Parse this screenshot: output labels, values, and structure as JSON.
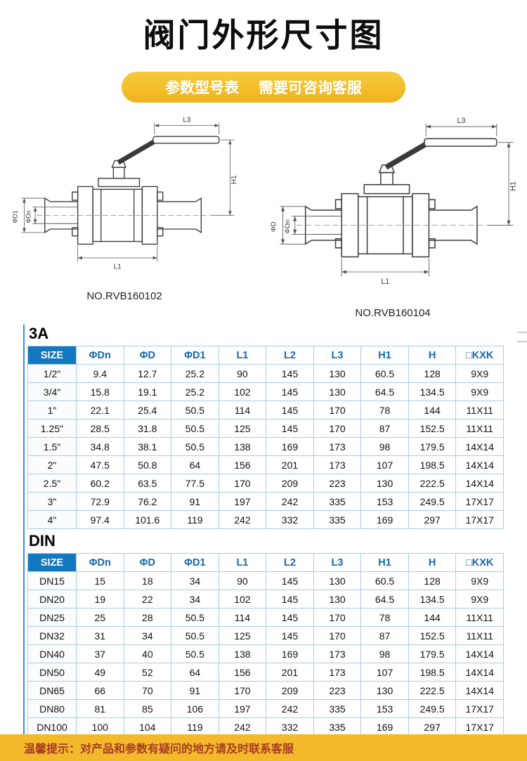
{
  "page": {
    "title": "阀门外形尺寸图",
    "banner_left": "参数型号表",
    "banner_right": "需要可咨询客服",
    "footer": "温馨提示：对产品和参数有疑问的地方请及时联系客服"
  },
  "drawings": [
    {
      "caption": "NO.RVB160102",
      "dims": {
        "top": "L3",
        "right": "H1",
        "bottom": "L1",
        "left1": "ΦD1",
        "left2": "ΦDn"
      }
    },
    {
      "caption": "NO.RVB160104",
      "dims": {
        "top": "L3",
        "right": "H1",
        "bottom": "L1",
        "left1": "ΦD",
        "left2": "ΦDn"
      }
    }
  ],
  "tables": [
    {
      "section": "3A",
      "headers": [
        "SIZE",
        "ΦDn",
        "ΦD",
        "ΦD1",
        "L1",
        "L2",
        "L3",
        "H1",
        "H",
        "□KXK"
      ],
      "rows": [
        [
          "1/2\"",
          "9.4",
          "12.7",
          "25.2",
          "90",
          "145",
          "130",
          "60.5",
          "128",
          "9X9"
        ],
        [
          "3/4\"",
          "15.8",
          "19.1",
          "25.2",
          "102",
          "145",
          "130",
          "64.5",
          "134.5",
          "9X9"
        ],
        [
          "1\"",
          "22.1",
          "25.4",
          "50.5",
          "114",
          "145",
          "170",
          "78",
          "144",
          "11X11"
        ],
        [
          "1.25\"",
          "28.5",
          "31.8",
          "50.5",
          "125",
          "145",
          "170",
          "87",
          "152.5",
          "11X11"
        ],
        [
          "1.5\"",
          "34.8",
          "38.1",
          "50.5",
          "138",
          "169",
          "173",
          "98",
          "179.5",
          "14X14"
        ],
        [
          "2\"",
          "47.5",
          "50.8",
          "64",
          "156",
          "201",
          "173",
          "107",
          "198.5",
          "14X14"
        ],
        [
          "2.5\"",
          "60.2",
          "63.5",
          "77.5",
          "170",
          "209",
          "223",
          "130",
          "222.5",
          "14X14"
        ],
        [
          "3\"",
          "72.9",
          "76.2",
          "91",
          "197",
          "242",
          "335",
          "153",
          "249.5",
          "17X17"
        ],
        [
          "4\"",
          "97.4",
          "101.6",
          "119",
          "242",
          "332",
          "335",
          "169",
          "297",
          "17X17"
        ]
      ]
    },
    {
      "section": "DIN",
      "headers": [
        "SIZE",
        "ΦDn",
        "ΦD",
        "ΦD1",
        "L1",
        "L2",
        "L3",
        "H1",
        "H",
        "□KXK"
      ],
      "rows": [
        [
          "DN15",
          "15",
          "18",
          "34",
          "90",
          "145",
          "130",
          "60.5",
          "128",
          "9X9"
        ],
        [
          "DN20",
          "19",
          "22",
          "34",
          "102",
          "145",
          "130",
          "64.5",
          "134.5",
          "9X9"
        ],
        [
          "DN25",
          "25",
          "28",
          "50.5",
          "114",
          "145",
          "170",
          "78",
          "144",
          "11X11"
        ],
        [
          "DN32",
          "31",
          "34",
          "50.5",
          "125",
          "145",
          "170",
          "87",
          "152.5",
          "11X11"
        ],
        [
          "DN40",
          "37",
          "40",
          "50.5",
          "138",
          "169",
          "173",
          "98",
          "179.5",
          "14X14"
        ],
        [
          "DN50",
          "49",
          "52",
          "64",
          "156",
          "201",
          "173",
          "107",
          "198.5",
          "14X14"
        ],
        [
          "DN65",
          "66",
          "70",
          "91",
          "170",
          "209",
          "223",
          "130",
          "222.5",
          "14X14"
        ],
        [
          "DN80",
          "81",
          "85",
          "106",
          "197",
          "242",
          "335",
          "153",
          "249.5",
          "17X17"
        ],
        [
          "DN100",
          "100",
          "104",
          "119",
          "242",
          "332",
          "335",
          "169",
          "297",
          "17X17"
        ]
      ]
    }
  ],
  "colors": {
    "accent_blue": "#1478BE",
    "header_text_blue": "#1568AC",
    "table_border": "#A9CBE8",
    "banner_yellow": "#F2BA2B",
    "tip_text_red": "#A93A26"
  }
}
